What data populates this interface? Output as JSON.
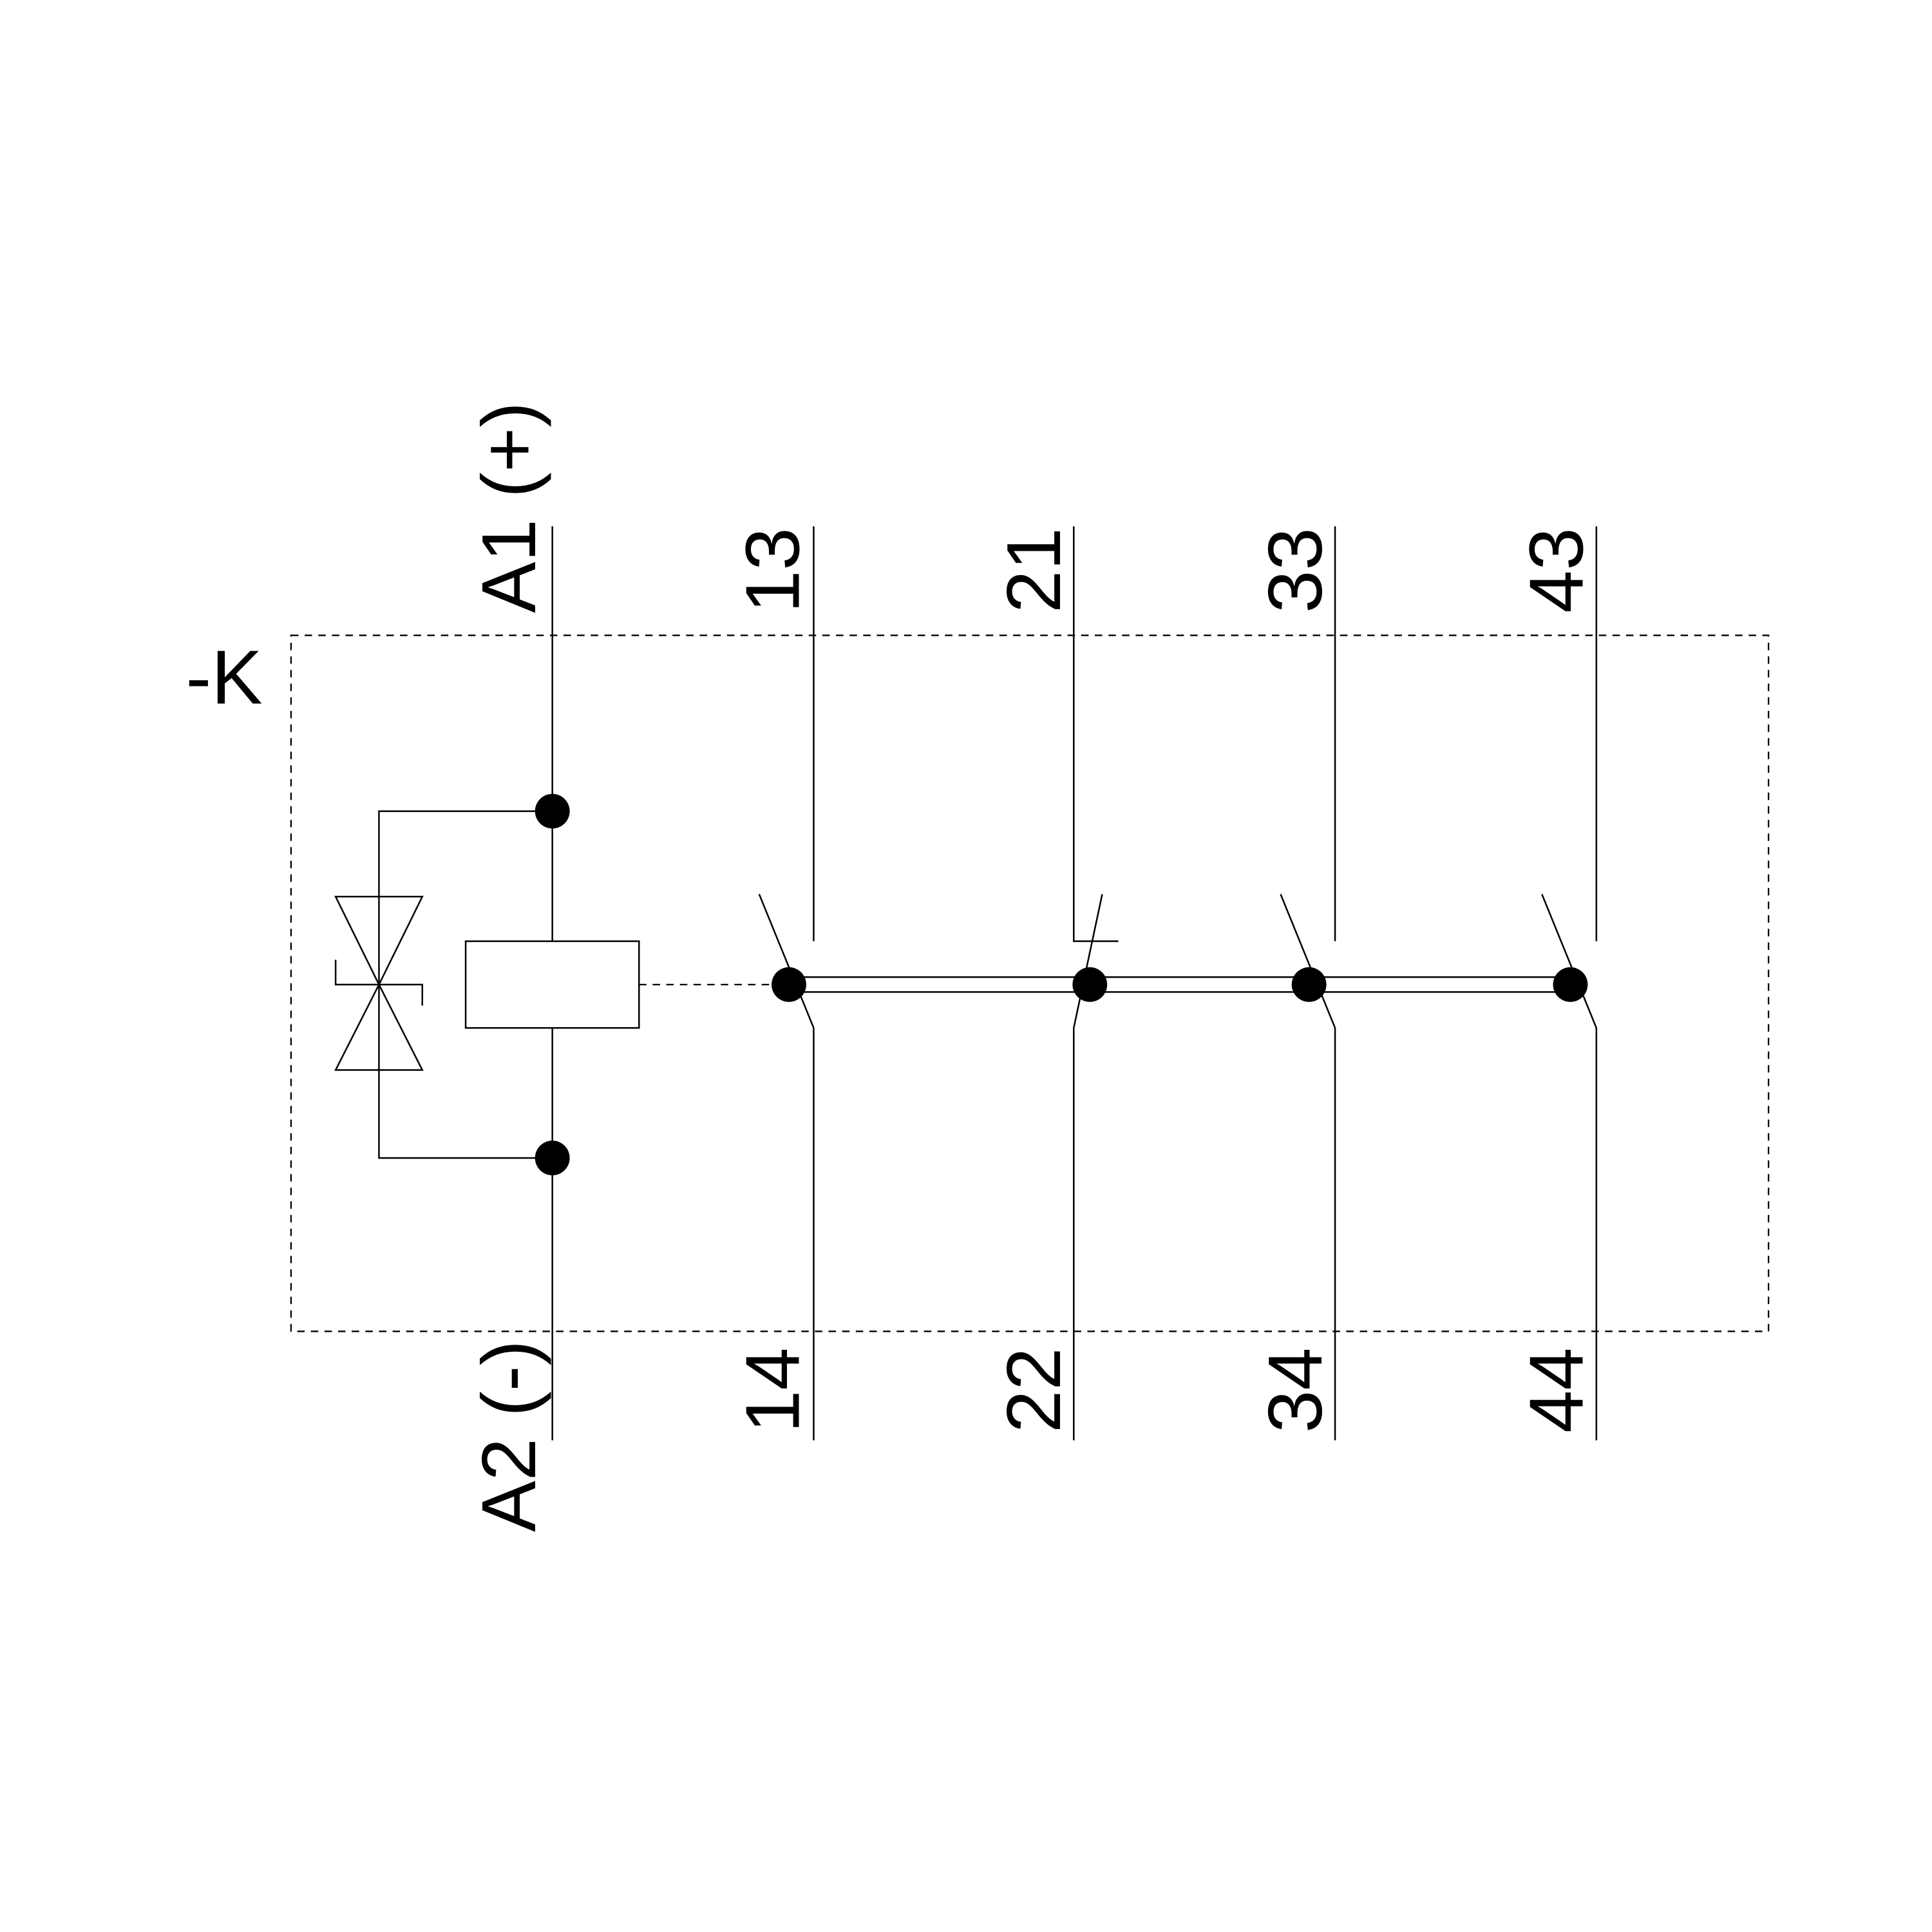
{
  "diagram": {
    "device_label": "-K",
    "coil": {
      "top_terminal": "A1 (+)",
      "bottom_terminal": "A2 (-)"
    },
    "contacts": [
      {
        "top": "13",
        "bottom": "14",
        "type": "NO"
      },
      {
        "top": "21",
        "bottom": "22",
        "type": "NC"
      },
      {
        "top": "33",
        "bottom": "34",
        "type": "NO"
      },
      {
        "top": "43",
        "bottom": "44",
        "type": "NO"
      }
    ],
    "colors": {
      "line": "#000000",
      "background": "#ffffff"
    }
  }
}
